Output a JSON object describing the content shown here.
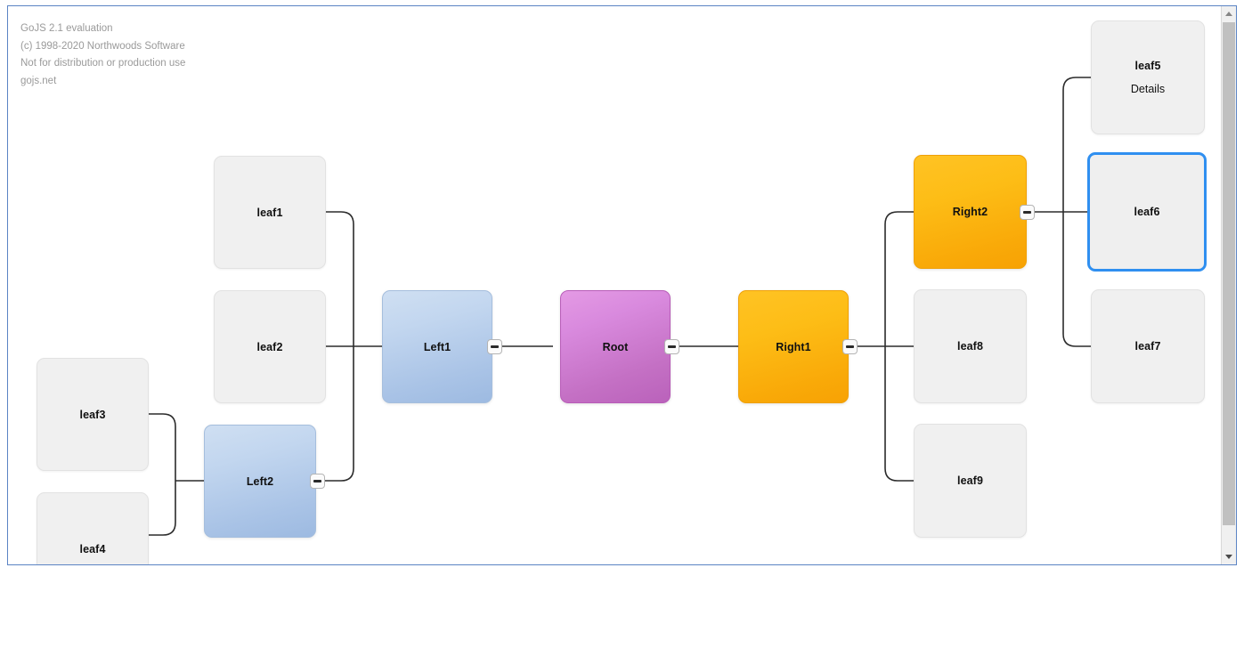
{
  "watermark": {
    "line1": "GoJS 2.1 evaluation",
    "line2": "(c) 1998-2020 Northwoods Software",
    "line3": "Not for distribution or production use",
    "line4": "gojs.net"
  },
  "colors": {
    "root_fill": "#ca77ca",
    "blue_fill": "#b4cbe8",
    "orange_fill": "#fcb40a",
    "leaf_fill": "#f0f0f0",
    "selection": "#2f8ff0",
    "link_stroke": "#2b2b2b",
    "container_border": "#5b84c4"
  },
  "nodes": {
    "root": {
      "label": "Root",
      "subtitle": ""
    },
    "left1": {
      "label": "Left1",
      "subtitle": ""
    },
    "left2": {
      "label": "Left2",
      "subtitle": ""
    },
    "right1": {
      "label": "Right1",
      "subtitle": ""
    },
    "right2": {
      "label": "Right2",
      "subtitle": ""
    },
    "leaf1": {
      "label": "leaf1",
      "subtitle": ""
    },
    "leaf2": {
      "label": "leaf2",
      "subtitle": ""
    },
    "leaf3": {
      "label": "leaf3",
      "subtitle": ""
    },
    "leaf4": {
      "label": "leaf4",
      "subtitle": ""
    },
    "leaf5": {
      "label": "leaf5",
      "subtitle": "Details"
    },
    "leaf6": {
      "label": "leaf6",
      "subtitle": ""
    },
    "leaf7": {
      "label": "leaf7",
      "subtitle": ""
    },
    "leaf8": {
      "label": "leaf8",
      "subtitle": ""
    },
    "leaf9": {
      "label": "leaf9",
      "subtitle": ""
    }
  },
  "selected_node": "leaf6",
  "collapse_buttons": [
    {
      "owner": "left1",
      "state": "expanded",
      "glyph": "minus"
    },
    {
      "owner": "left2",
      "state": "expanded",
      "glyph": "minus"
    },
    {
      "owner": "root",
      "state": "expanded",
      "glyph": "minus"
    },
    {
      "owner": "right1",
      "state": "expanded",
      "glyph": "minus"
    },
    {
      "owner": "right2",
      "state": "expanded",
      "glyph": "minus"
    }
  ],
  "scrollbar": {
    "up_arrow": "scroll-up",
    "down_arrow": "scroll-down",
    "thumb": "scroll-thumb"
  }
}
